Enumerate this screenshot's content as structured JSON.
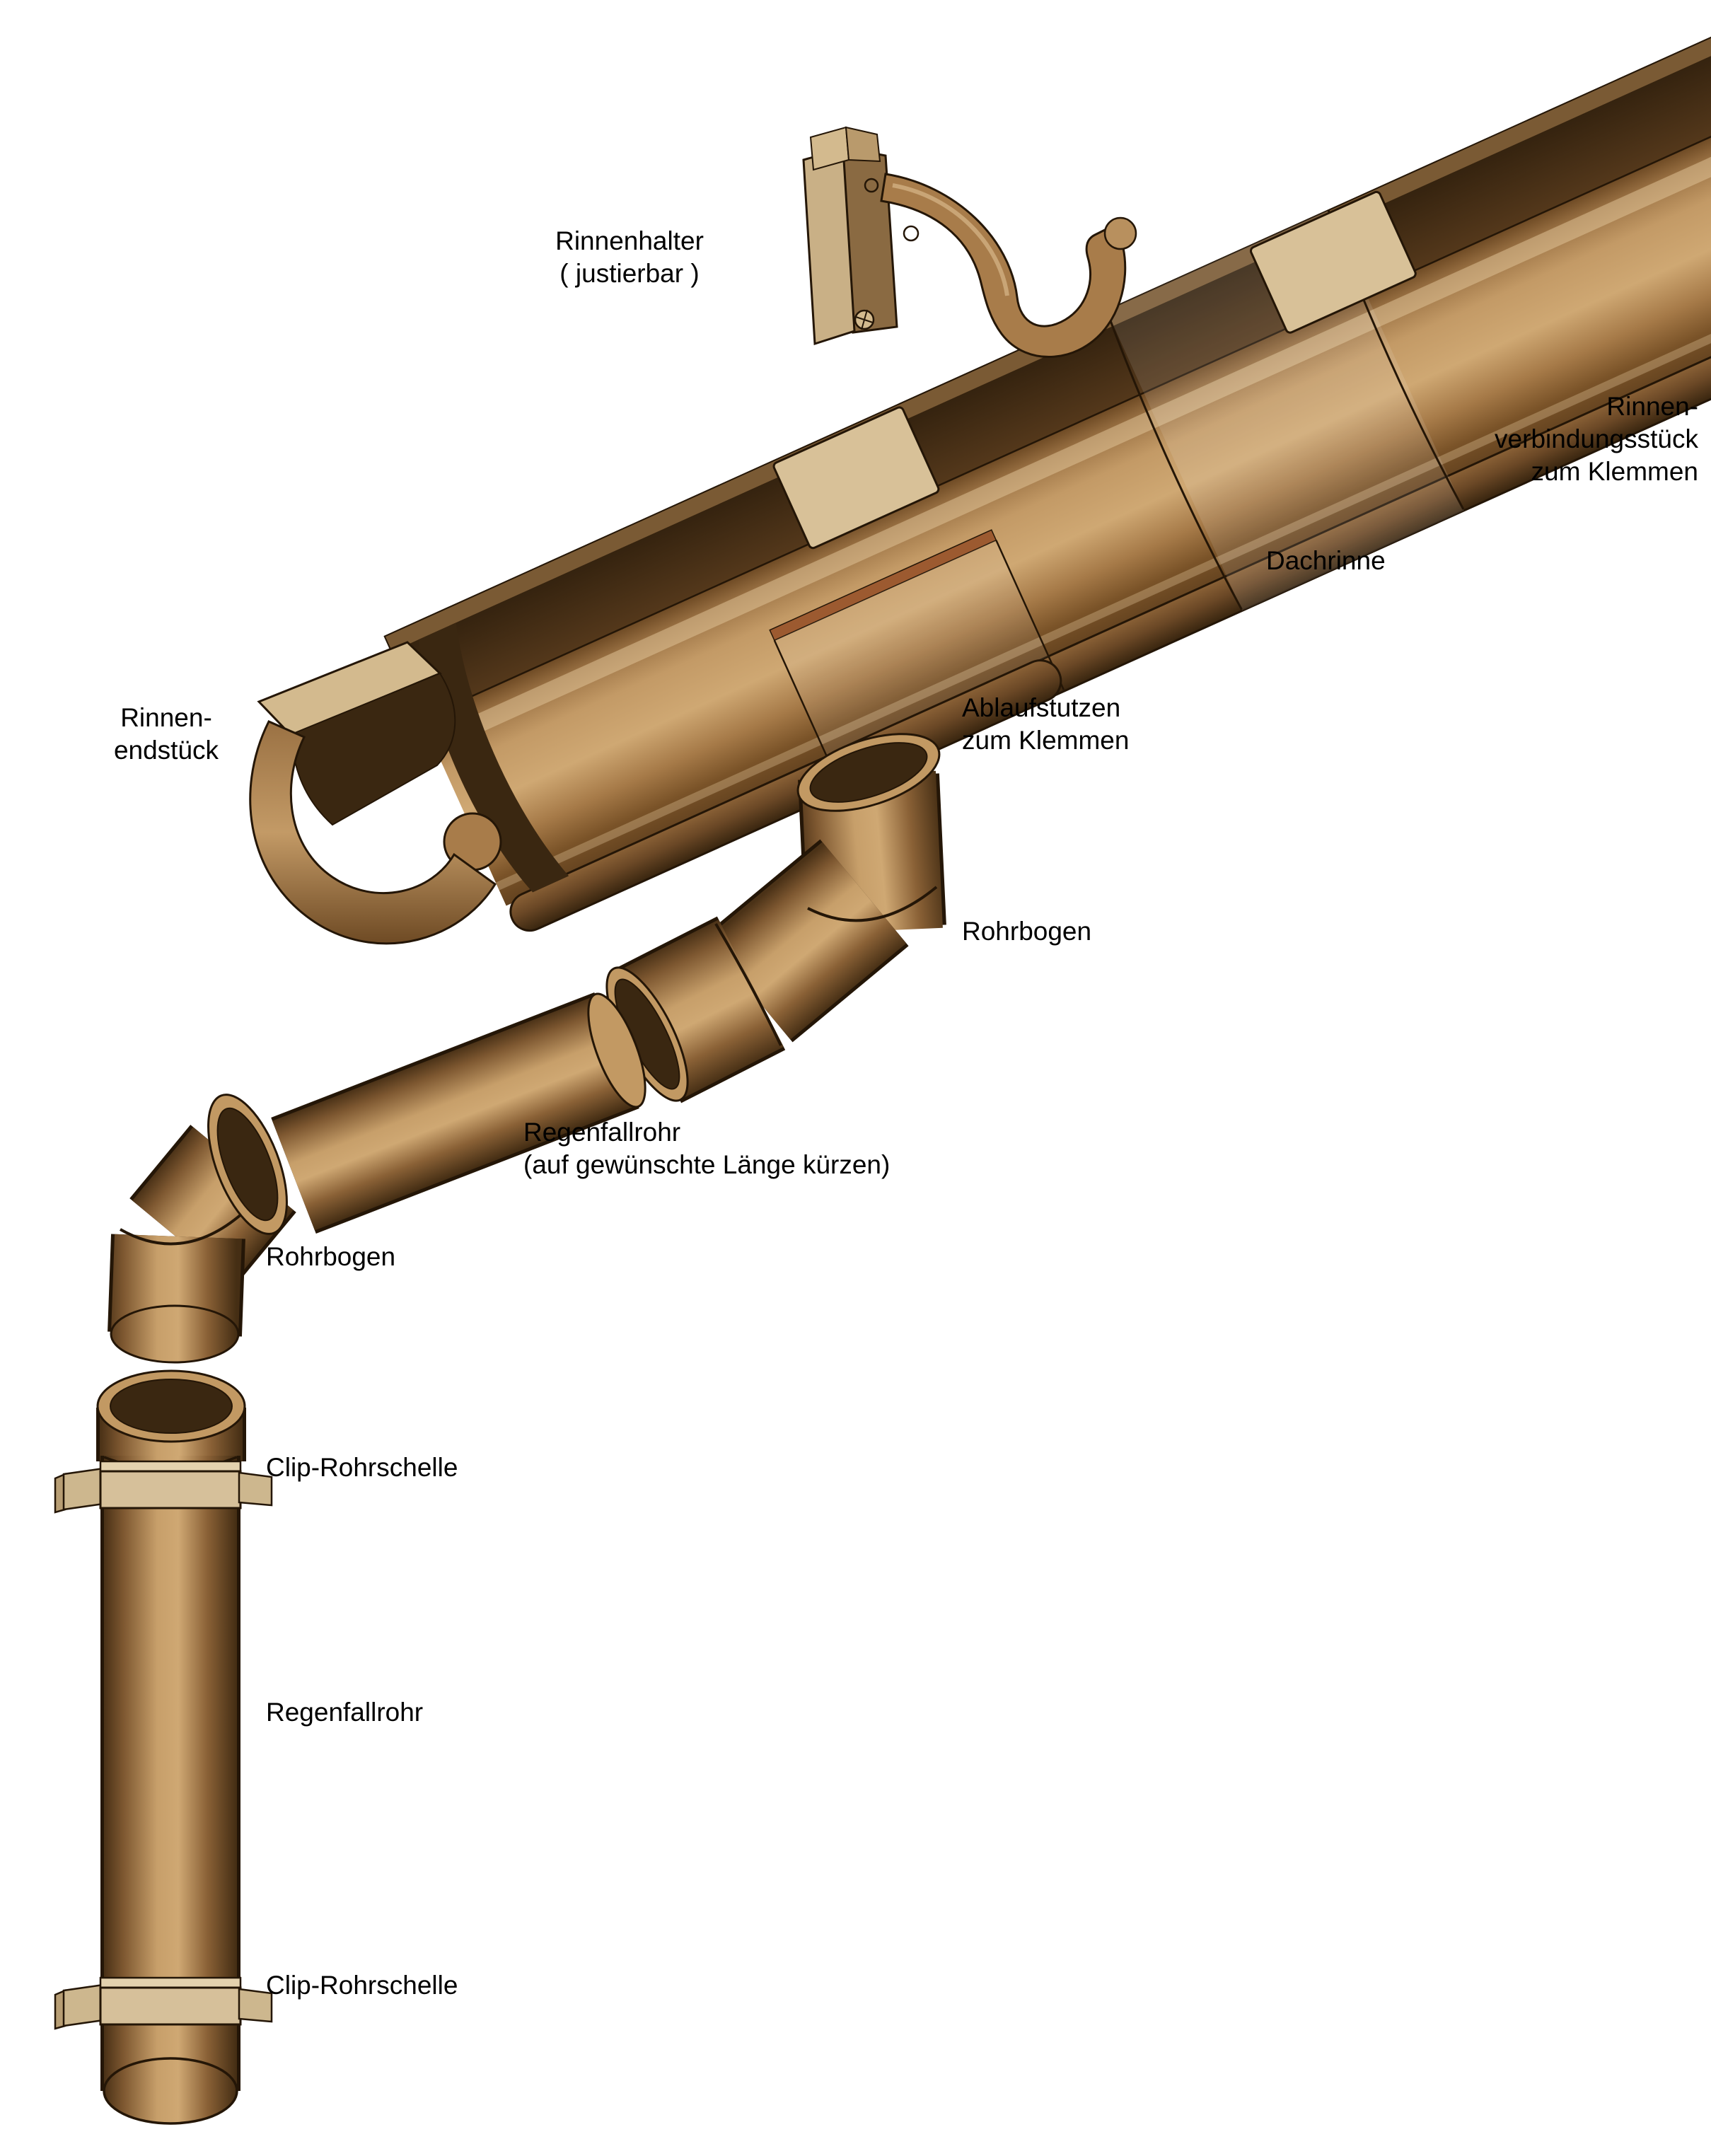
{
  "diagram": {
    "labels": {
      "rinnenhalter": "Rinnenhalter\n( justierbar )",
      "verbindungsstueck": "Rinnen-\nverbindungsstück\nzum Klemmen",
      "dachrinne": "Dachrinne",
      "endstueck": "Rinnen-\nendstück",
      "ablaufstutzen": "Ablaufstutzen\nzum Klemmen",
      "rohrbogen_oben": "Rohrbogen",
      "regenfallrohr_kuerzen": "Regenfallrohr\n(auf gewünschte Länge kürzen)",
      "rohrbogen_unten": "Rohrbogen",
      "clip_rohrschelle_oben": "Clip-Rohrschelle",
      "regenfallrohr": "Regenfallrohr",
      "clip_rohrschelle_unten": "Clip-Rohrschelle"
    },
    "colors": {
      "pipe_light": "#cfa873",
      "pipe_mid": "#a87c4a",
      "pipe_dark": "#4b3217",
      "interior_dark": "#3a2711",
      "clip_beige": "#d6c09a",
      "copper_seam": "#9c5a30",
      "outline": "#241607",
      "background": "#ffffff",
      "text": "#000000"
    }
  }
}
